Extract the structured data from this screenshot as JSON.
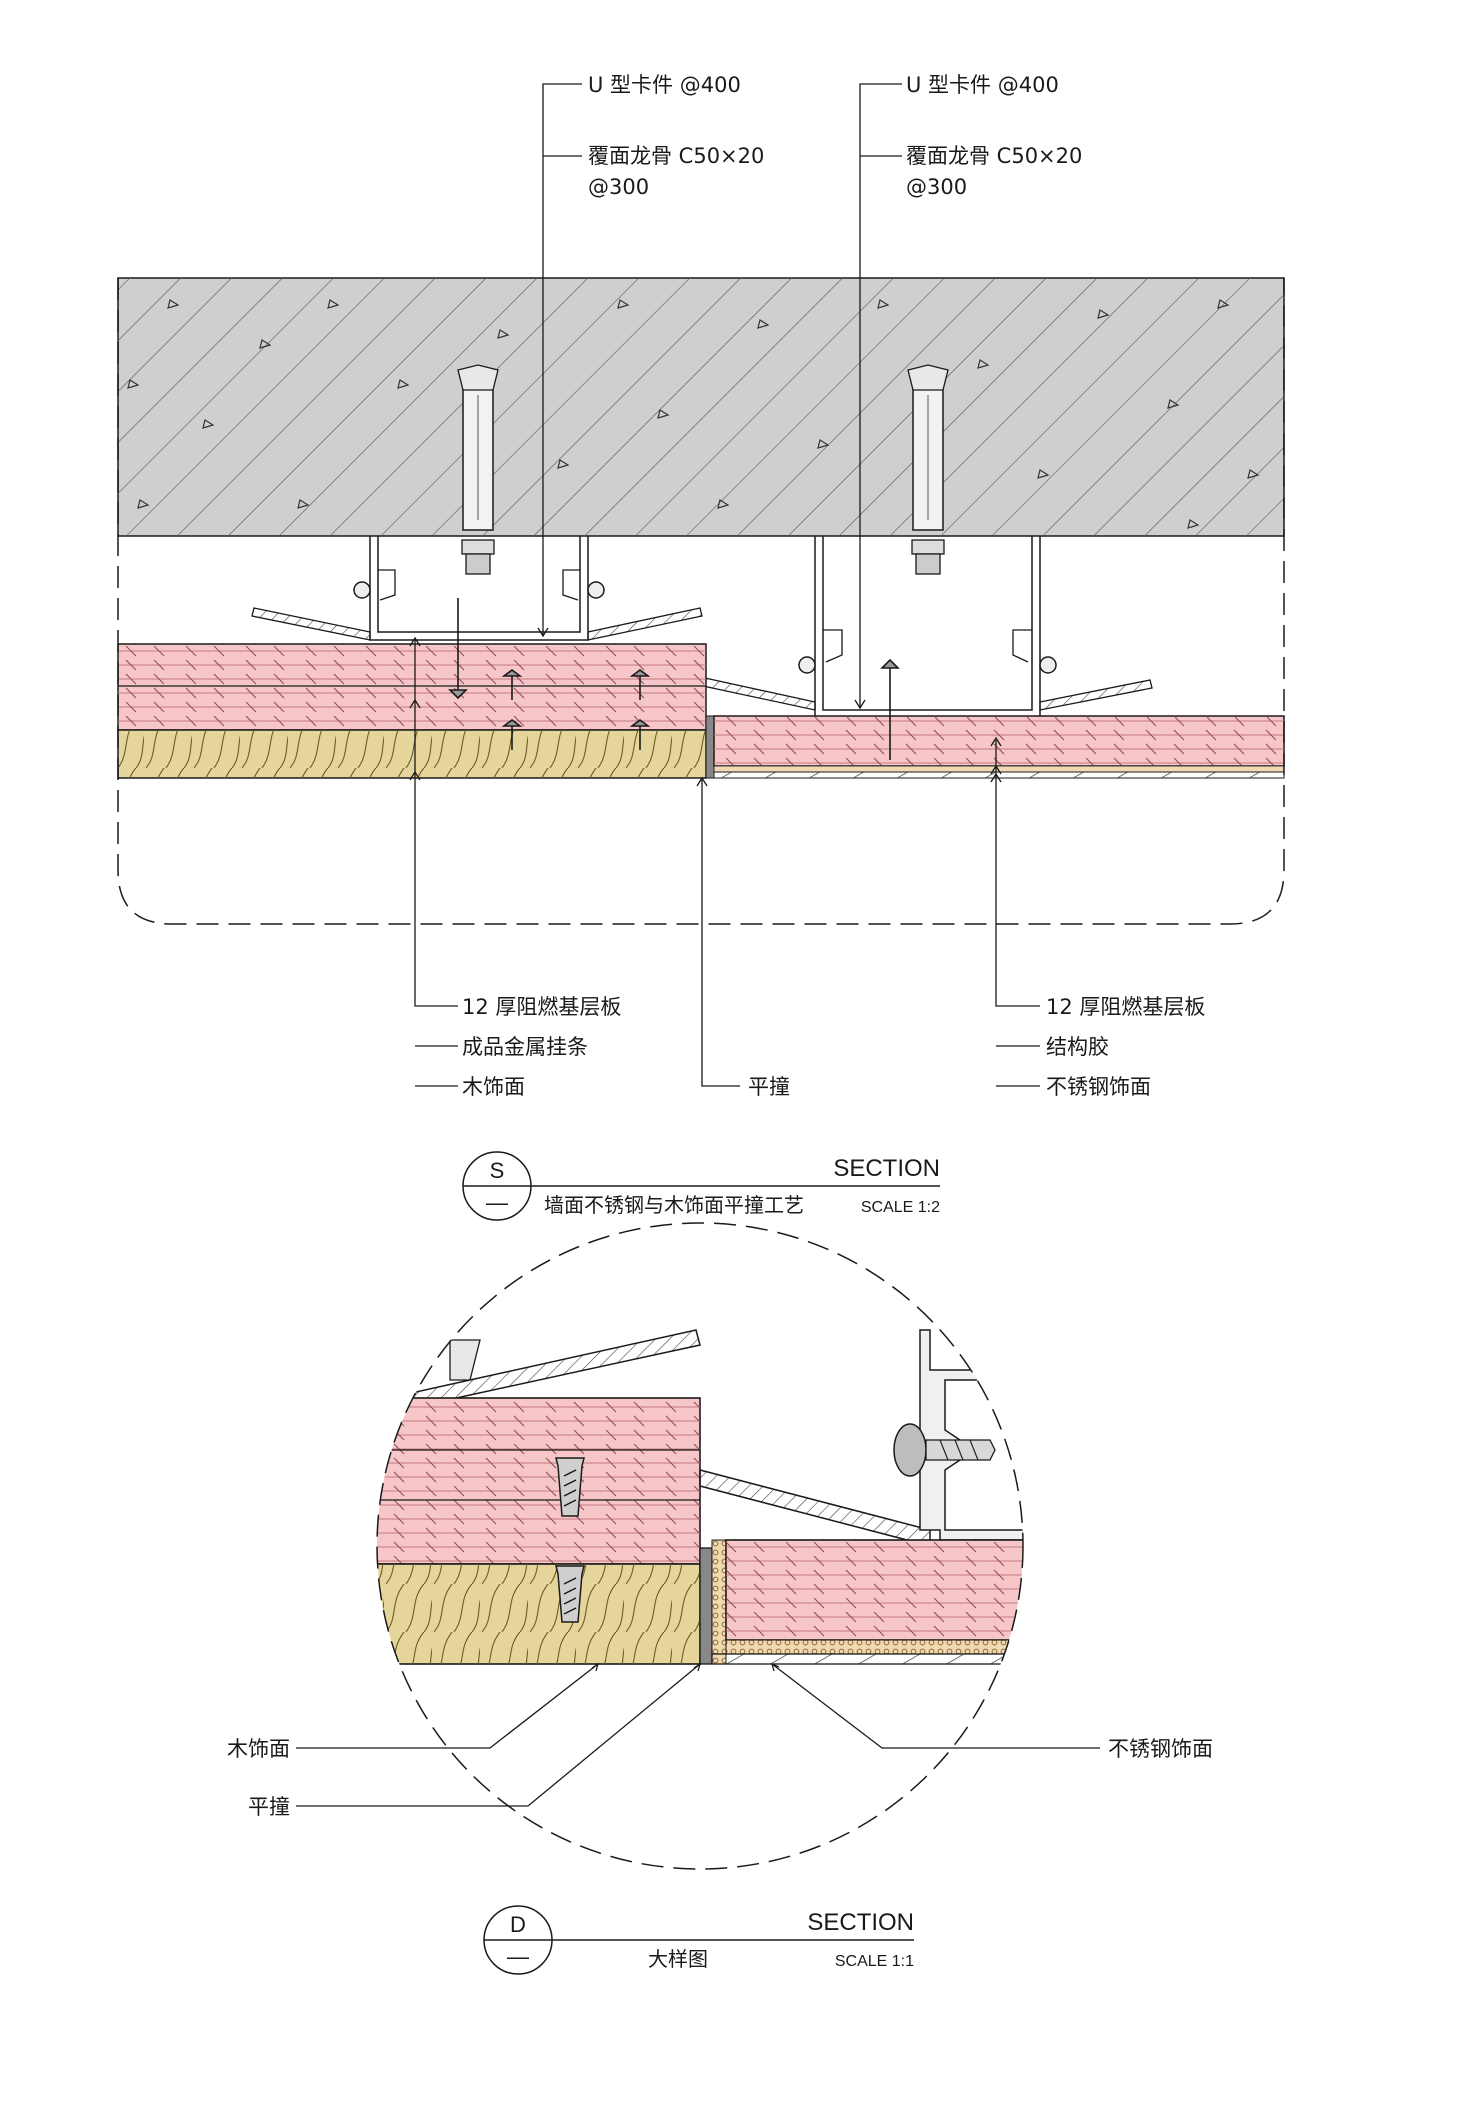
{
  "section_s": {
    "callouts_top": {
      "left_clip": "U 型卡件 @400",
      "left_keel_line1": "覆面龙骨 C50×20",
      "left_keel_line2": "@300",
      "right_clip": "U 型卡件 @400",
      "right_keel_line1": "覆面龙骨 C50×20",
      "right_keel_line2": "@300"
    },
    "callouts_bottom": {
      "left_1": "12 厚阻燃基层板",
      "left_2": "成品金属挂条",
      "left_3": "木饰面",
      "middle": "平撞",
      "right_1": "12 厚阻燃基层板",
      "right_2": "结构胶",
      "right_3": "不锈钢饰面"
    },
    "title_block": {
      "tag_letter": "S",
      "tag_dash": "—",
      "heading": "SECTION",
      "subtitle": "墙面不锈钢与木饰面平撞工艺",
      "scale": "SCALE 1:2"
    }
  },
  "section_d": {
    "callouts": {
      "wood": "木饰面",
      "flush": "平撞",
      "steel": "不锈钢饰面"
    },
    "title_block": {
      "tag_letter": "D",
      "tag_dash": "—",
      "heading": "SECTION",
      "subtitle": "大样图",
      "scale": "SCALE 1:1"
    }
  },
  "colors": {
    "concrete": "#c9c9c9",
    "plywood": "#f7c6c9",
    "wood_veneer": "#e6d59a",
    "steel": "#9a9a9a",
    "glue": "#f0d9b0",
    "line": "#1a1a1a"
  }
}
